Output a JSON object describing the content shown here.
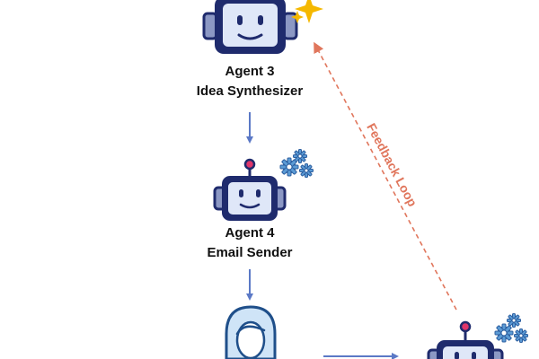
{
  "nodes": {
    "agent3": {
      "title": "Agent 3",
      "subtitle": "Idea Synthesizer"
    },
    "agent4": {
      "title": "Agent 4",
      "subtitle": "Email Sender"
    }
  },
  "feedback_loop": {
    "label": "Feedback Loop"
  },
  "colors": {
    "robot_dark": "#1f2b6d",
    "robot_face": "#dfe7f8",
    "robot_side": "#8c98c4",
    "arrow": "#5b79c6",
    "feedback": "#e0765c",
    "gear": "#5b9bd5",
    "sparkle": "#f5b800",
    "antenna_tip": "#e0366a",
    "person_fill": "#cfe4f7",
    "person_stroke": "#1f4f8a"
  },
  "icons": [
    "robot-icon",
    "sparkle-icon",
    "gear-icon",
    "person-icon"
  ]
}
